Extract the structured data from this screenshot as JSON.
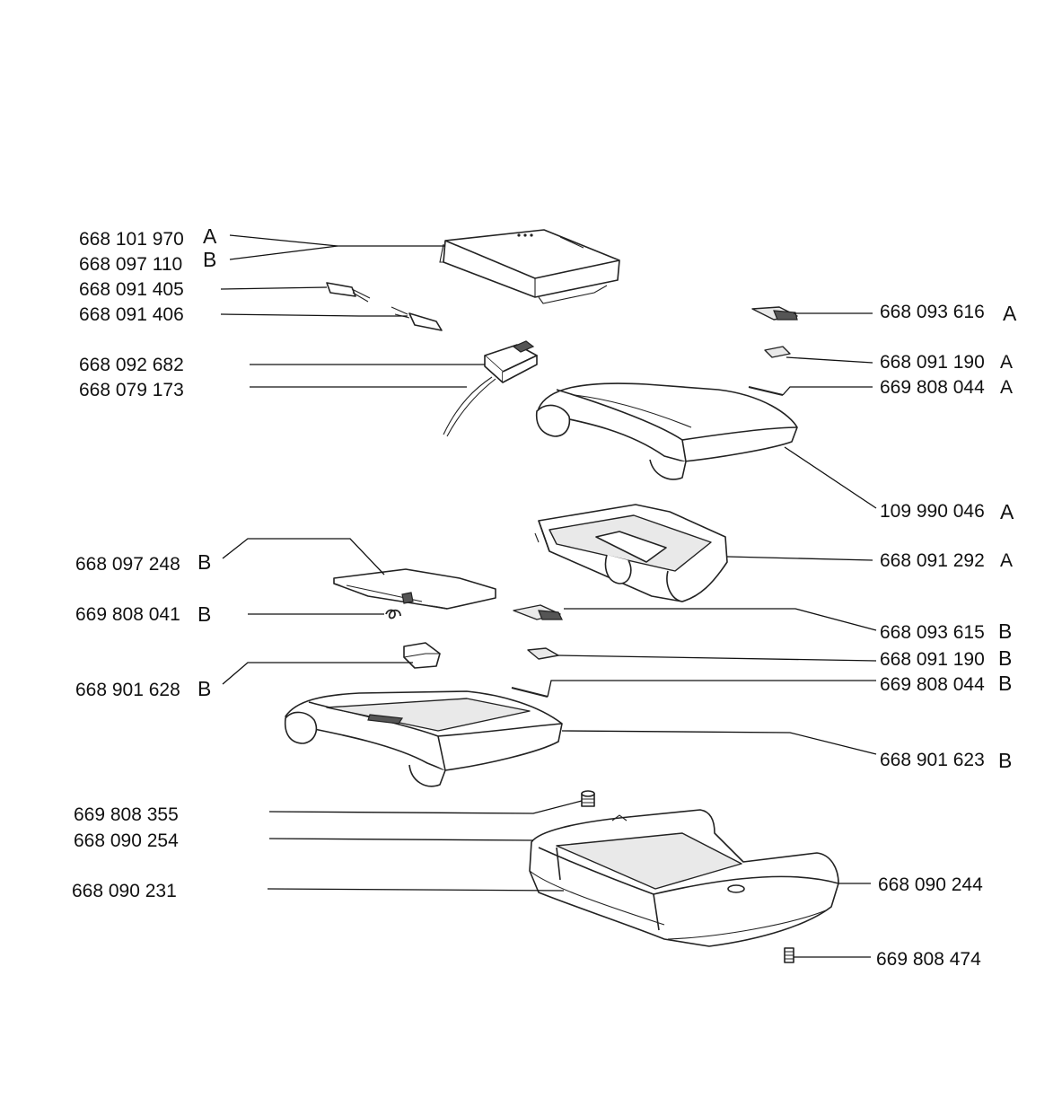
{
  "callouts": [
    {
      "code": "668 101 970",
      "variant": "A"
    },
    {
      "code": "668 097 110",
      "variant": "B"
    },
    {
      "code": "668 091 405",
      "variant": ""
    },
    {
      "code": "668 091 406",
      "variant": ""
    },
    {
      "code": "668 092 682",
      "variant": ""
    },
    {
      "code": "668 079 173",
      "variant": ""
    },
    {
      "code": "668 093 616",
      "variant": "A"
    },
    {
      "code": "668 091 190",
      "variant": "A"
    },
    {
      "code": "669 808 044",
      "variant": "A"
    },
    {
      "code": "109 990 046",
      "variant": "A"
    },
    {
      "code": "668 097 248",
      "variant": "B"
    },
    {
      "code": "668 091 292",
      "variant": "A"
    },
    {
      "code": "669 808 041",
      "variant": "B"
    },
    {
      "code": "668 093 615",
      "variant": "B"
    },
    {
      "code": "668 091 190",
      "variant": "B"
    },
    {
      "code": "668 901 628",
      "variant": "B"
    },
    {
      "code": "669 808 044",
      "variant": "B"
    },
    {
      "code": "668 901 623",
      "variant": "B"
    },
    {
      "code": "669 808 355",
      "variant": ""
    },
    {
      "code": "668 090 254",
      "variant": ""
    },
    {
      "code": "668 090 231",
      "variant": ""
    },
    {
      "code": "668 090 244",
      "variant": ""
    },
    {
      "code": "669 808 474",
      "variant": ""
    }
  ]
}
